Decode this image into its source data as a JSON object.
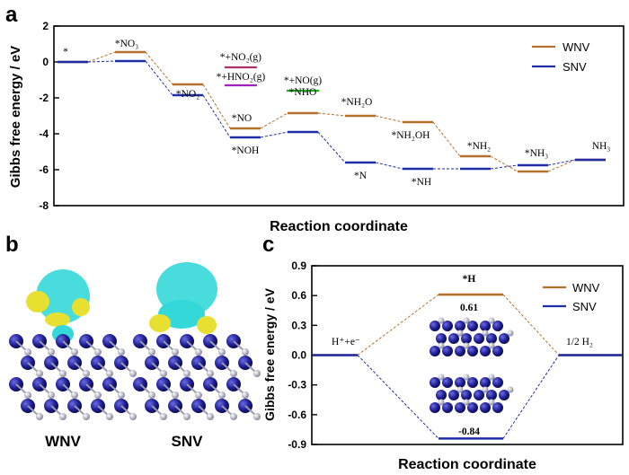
{
  "colors": {
    "wnv": "#b5702d",
    "snv": "#1f2ea8",
    "pink": "#b0306a",
    "magenta": "#a020c0",
    "green": "#18b018",
    "iso_cyan": "#35d8d8",
    "iso_yellow": "#e8e030",
    "atom_blue": "#22229a",
    "atom_gray": "#a8a8b8"
  },
  "panel_a": {
    "letter": "a",
    "ylabel": "Gibbs free energy / eV",
    "xlabel": "Reaction coordinate",
    "legend": [
      "WNV",
      "SNV"
    ]
  },
  "panel_b": {
    "letter": "b",
    "captions": [
      "WNV",
      "SNV"
    ]
  },
  "panel_c": {
    "letter": "c",
    "ylabel": "Gibbs free energy / eV",
    "xlabel": "Reaction coordinate",
    "legend": [
      "WNV",
      "SNV"
    ],
    "label_left": "H⁺+e⁻",
    "label_right": "1/2 H₂",
    "label_mid": "*H",
    "value_top": "0.61",
    "value_bottom": "-0.84"
  },
  "chart_data": [
    {
      "type": "line",
      "panel": "a",
      "xlabel": "Reaction coordinate",
      "ylabel": "Gibbs free energy / eV",
      "ylim": [
        -8,
        2
      ],
      "yticks": [
        2,
        0,
        -2,
        -4,
        -6,
        -8
      ],
      "grid": false,
      "legend_position": "top-right",
      "steps": [
        "*",
        "*NO3",
        "*NO2",
        "*NO",
        "*NHO",
        "*NH2O",
        "*NH2OH",
        "*NH2",
        "*NH3",
        "NH3"
      ],
      "series": [
        {
          "name": "WNV",
          "values": [
            0,
            0.55,
            -1.25,
            -3.7,
            -2.85,
            -3.0,
            -3.35,
            -5.25,
            -6.1,
            -5.45
          ]
        },
        {
          "name": "SNV",
          "values": [
            0,
            0.05,
            -1.85,
            -4.2,
            -3.9,
            -5.6,
            -5.95,
            -5.95,
            -5.75,
            -5.45
          ]
        }
      ],
      "labels": [
        {
          "text": "*",
          "x": 0,
          "y": 0.0
        },
        {
          "text": "*NO₃",
          "x": 1,
          "y": 0.55
        },
        {
          "text": "*NO₂",
          "x": 2,
          "y": -1.25
        },
        {
          "text": "*NO",
          "x": 3,
          "y": -3.7
        },
        {
          "text": "*NOH",
          "x": 3,
          "y": -4.2
        },
        {
          "text": "*NHO",
          "x": 4,
          "y": -2.85
        },
        {
          "text": "*NH₂O",
          "x": 5,
          "y": -3.0
        },
        {
          "text": "*N",
          "x": 5,
          "y": -5.6
        },
        {
          "text": "*NH₂OH",
          "x": 6,
          "y": -3.35
        },
        {
          "text": "*NH",
          "x": 6,
          "y": -5.95
        },
        {
          "text": "*NH₂",
          "x": 7,
          "y": -5.25
        },
        {
          "text": "*NH₃",
          "x": 8,
          "y": -5.75
        },
        {
          "text": "NH₃",
          "x": 9,
          "y": -5.45
        }
      ],
      "side_levels": [
        {
          "label": "*+NO₂(g)",
          "x": 2.92,
          "y": -0.3,
          "color": "pink"
        },
        {
          "label": "*+HNO₂(g)",
          "x": 2.92,
          "y": -1.3,
          "color": "magenta"
        },
        {
          "label": "*+NO(g)",
          "x": 4.0,
          "y": -1.6,
          "color": "green"
        }
      ]
    },
    {
      "type": "line",
      "panel": "c",
      "xlabel": "Reaction coordinate",
      "ylabel": "Gibbs free energy / eV",
      "ylim": [
        -0.9,
        0.9
      ],
      "yticks": [
        0.9,
        0.6,
        0.3,
        0.0,
        -0.3,
        -0.6,
        -0.9
      ],
      "grid": false,
      "legend_position": "top-right",
      "steps": [
        "H⁺+e⁻",
        "*H",
        "1/2 H₂"
      ],
      "series": [
        {
          "name": "WNV",
          "values": [
            0,
            0.61,
            0
          ]
        },
        {
          "name": "SNV",
          "values": [
            0,
            -0.84,
            0
          ]
        }
      ]
    }
  ]
}
